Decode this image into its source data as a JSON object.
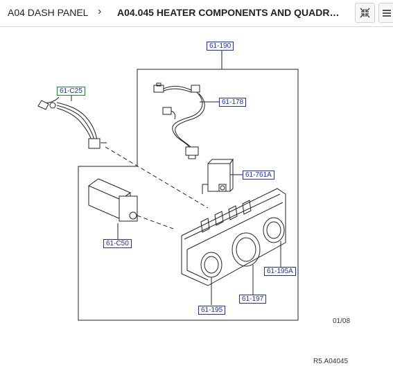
{
  "breadcrumb": {
    "section": "A04 DASH PANEL",
    "separator": "›",
    "page": "A04.045 HEATER COMPONENTS AND QUADRA..."
  },
  "toolbar": {
    "collapse_icon": "collapse-arrows-icon",
    "menu_icon": "hamburger-menu-icon"
  },
  "diagram": {
    "callouts": [
      {
        "id": "c190",
        "label": "61-190"
      },
      {
        "id": "c178",
        "label": "61-178"
      },
      {
        "id": "c25",
        "label": "61-C25"
      },
      {
        "id": "c761",
        "label": "61-761A"
      },
      {
        "id": "c50",
        "label": "61-C50"
      },
      {
        "id": "c195a",
        "label": "61-195A"
      },
      {
        "id": "c197",
        "label": "61-197"
      },
      {
        "id": "c195",
        "label": "61-195"
      }
    ],
    "date_code": "01/08",
    "reference": "R5.A04045",
    "colors": {
      "callout_blue": "#1f2fb5",
      "callout_green": "#1d8a2b",
      "line": "#222222"
    }
  }
}
